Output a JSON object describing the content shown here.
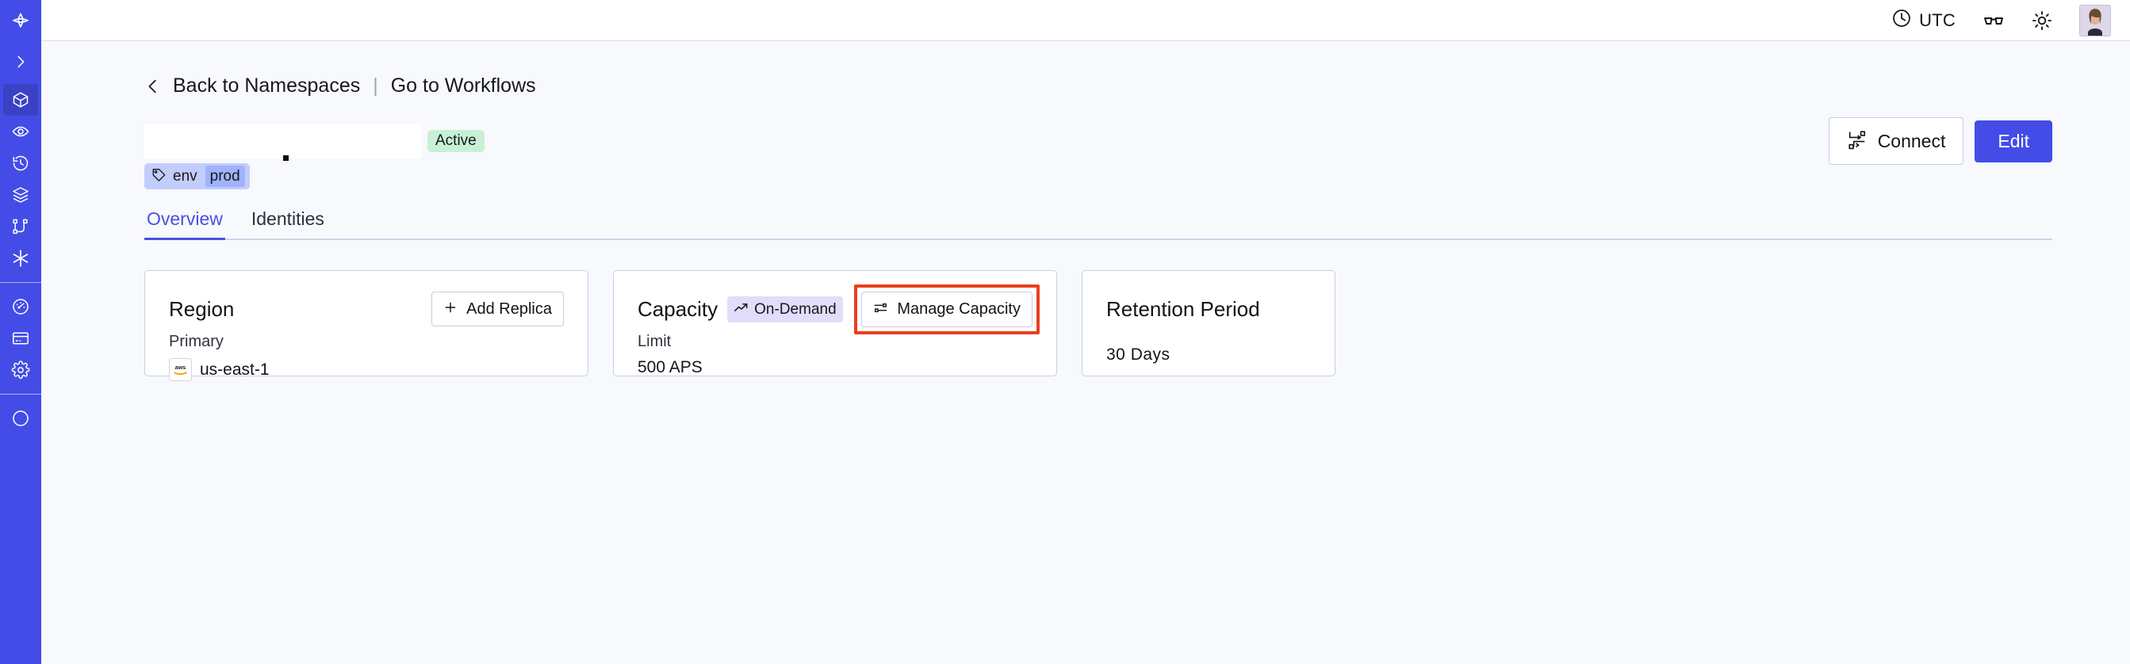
{
  "sidebar": {
    "brand_color": "#444ce7",
    "active_bg": "#3a41c4",
    "items": [
      {
        "name": "logo",
        "icon": "temporal-logo-icon",
        "active": false
      },
      {
        "name": "expand",
        "icon": "chevron-right-icon",
        "active": false
      },
      {
        "name": "namespaces",
        "icon": "cube-icon",
        "active": true
      },
      {
        "name": "observability",
        "icon": "eye-icon",
        "active": false
      },
      {
        "name": "schedules",
        "icon": "clock-rewind-icon",
        "active": false
      },
      {
        "name": "layers",
        "icon": "layers-icon",
        "active": false
      },
      {
        "name": "workflows",
        "icon": "git-branch-icon",
        "active": false
      },
      {
        "name": "integrations",
        "icon": "asterisk-icon",
        "active": false
      },
      {
        "name": "usage",
        "icon": "gauge-icon",
        "active": false
      },
      {
        "name": "billing",
        "icon": "credit-card-icon",
        "active": false
      },
      {
        "name": "settings",
        "icon": "gear-icon",
        "active": false
      }
    ]
  },
  "topbar": {
    "timezone": "UTC",
    "clock_icon": "clock-icon",
    "glasses_icon": "glasses-icon",
    "theme_icon": "sun-icon",
    "avatar_icon": "user-avatar"
  },
  "breadcrumb": {
    "back_icon": "chevron-left-icon",
    "back_label": "Back to Namespaces",
    "separator": "|",
    "forward_label": "Go to Workflows"
  },
  "header": {
    "namespace_name": "",
    "namespace_redacted": true,
    "status_label": "Active",
    "status_color": "#c8f0d4",
    "connect_label": "Connect",
    "connect_icon": "connect-icon",
    "edit_label": "Edit",
    "edit_color": "#444ce7"
  },
  "tag": {
    "icon": "tag-icon",
    "key": "env",
    "value": "prod",
    "chip_color": "#c3cdfb",
    "value_color": "#9eb3fb"
  },
  "tabs": [
    {
      "label": "Overview",
      "active": true
    },
    {
      "label": "Identities",
      "active": false
    }
  ],
  "cards": {
    "region": {
      "title": "Region",
      "action_label": "Add Replica",
      "action_icon": "plus-icon",
      "sub_label": "Primary",
      "provider_icon": "aws-logo-icon",
      "value": "us-east-1"
    },
    "capacity": {
      "title": "Capacity",
      "badge_label": "On-Demand",
      "badge_icon": "trending-up-icon",
      "badge_color": "#e3dcfa",
      "action_label": "Manage Capacity",
      "action_icon": "sliders-icon",
      "action_highlighted": true,
      "highlight_color": "#e8401f",
      "sub_label": "Limit",
      "value": "500 APS"
    },
    "retention": {
      "title": "Retention Period",
      "value": "30 Days"
    }
  }
}
